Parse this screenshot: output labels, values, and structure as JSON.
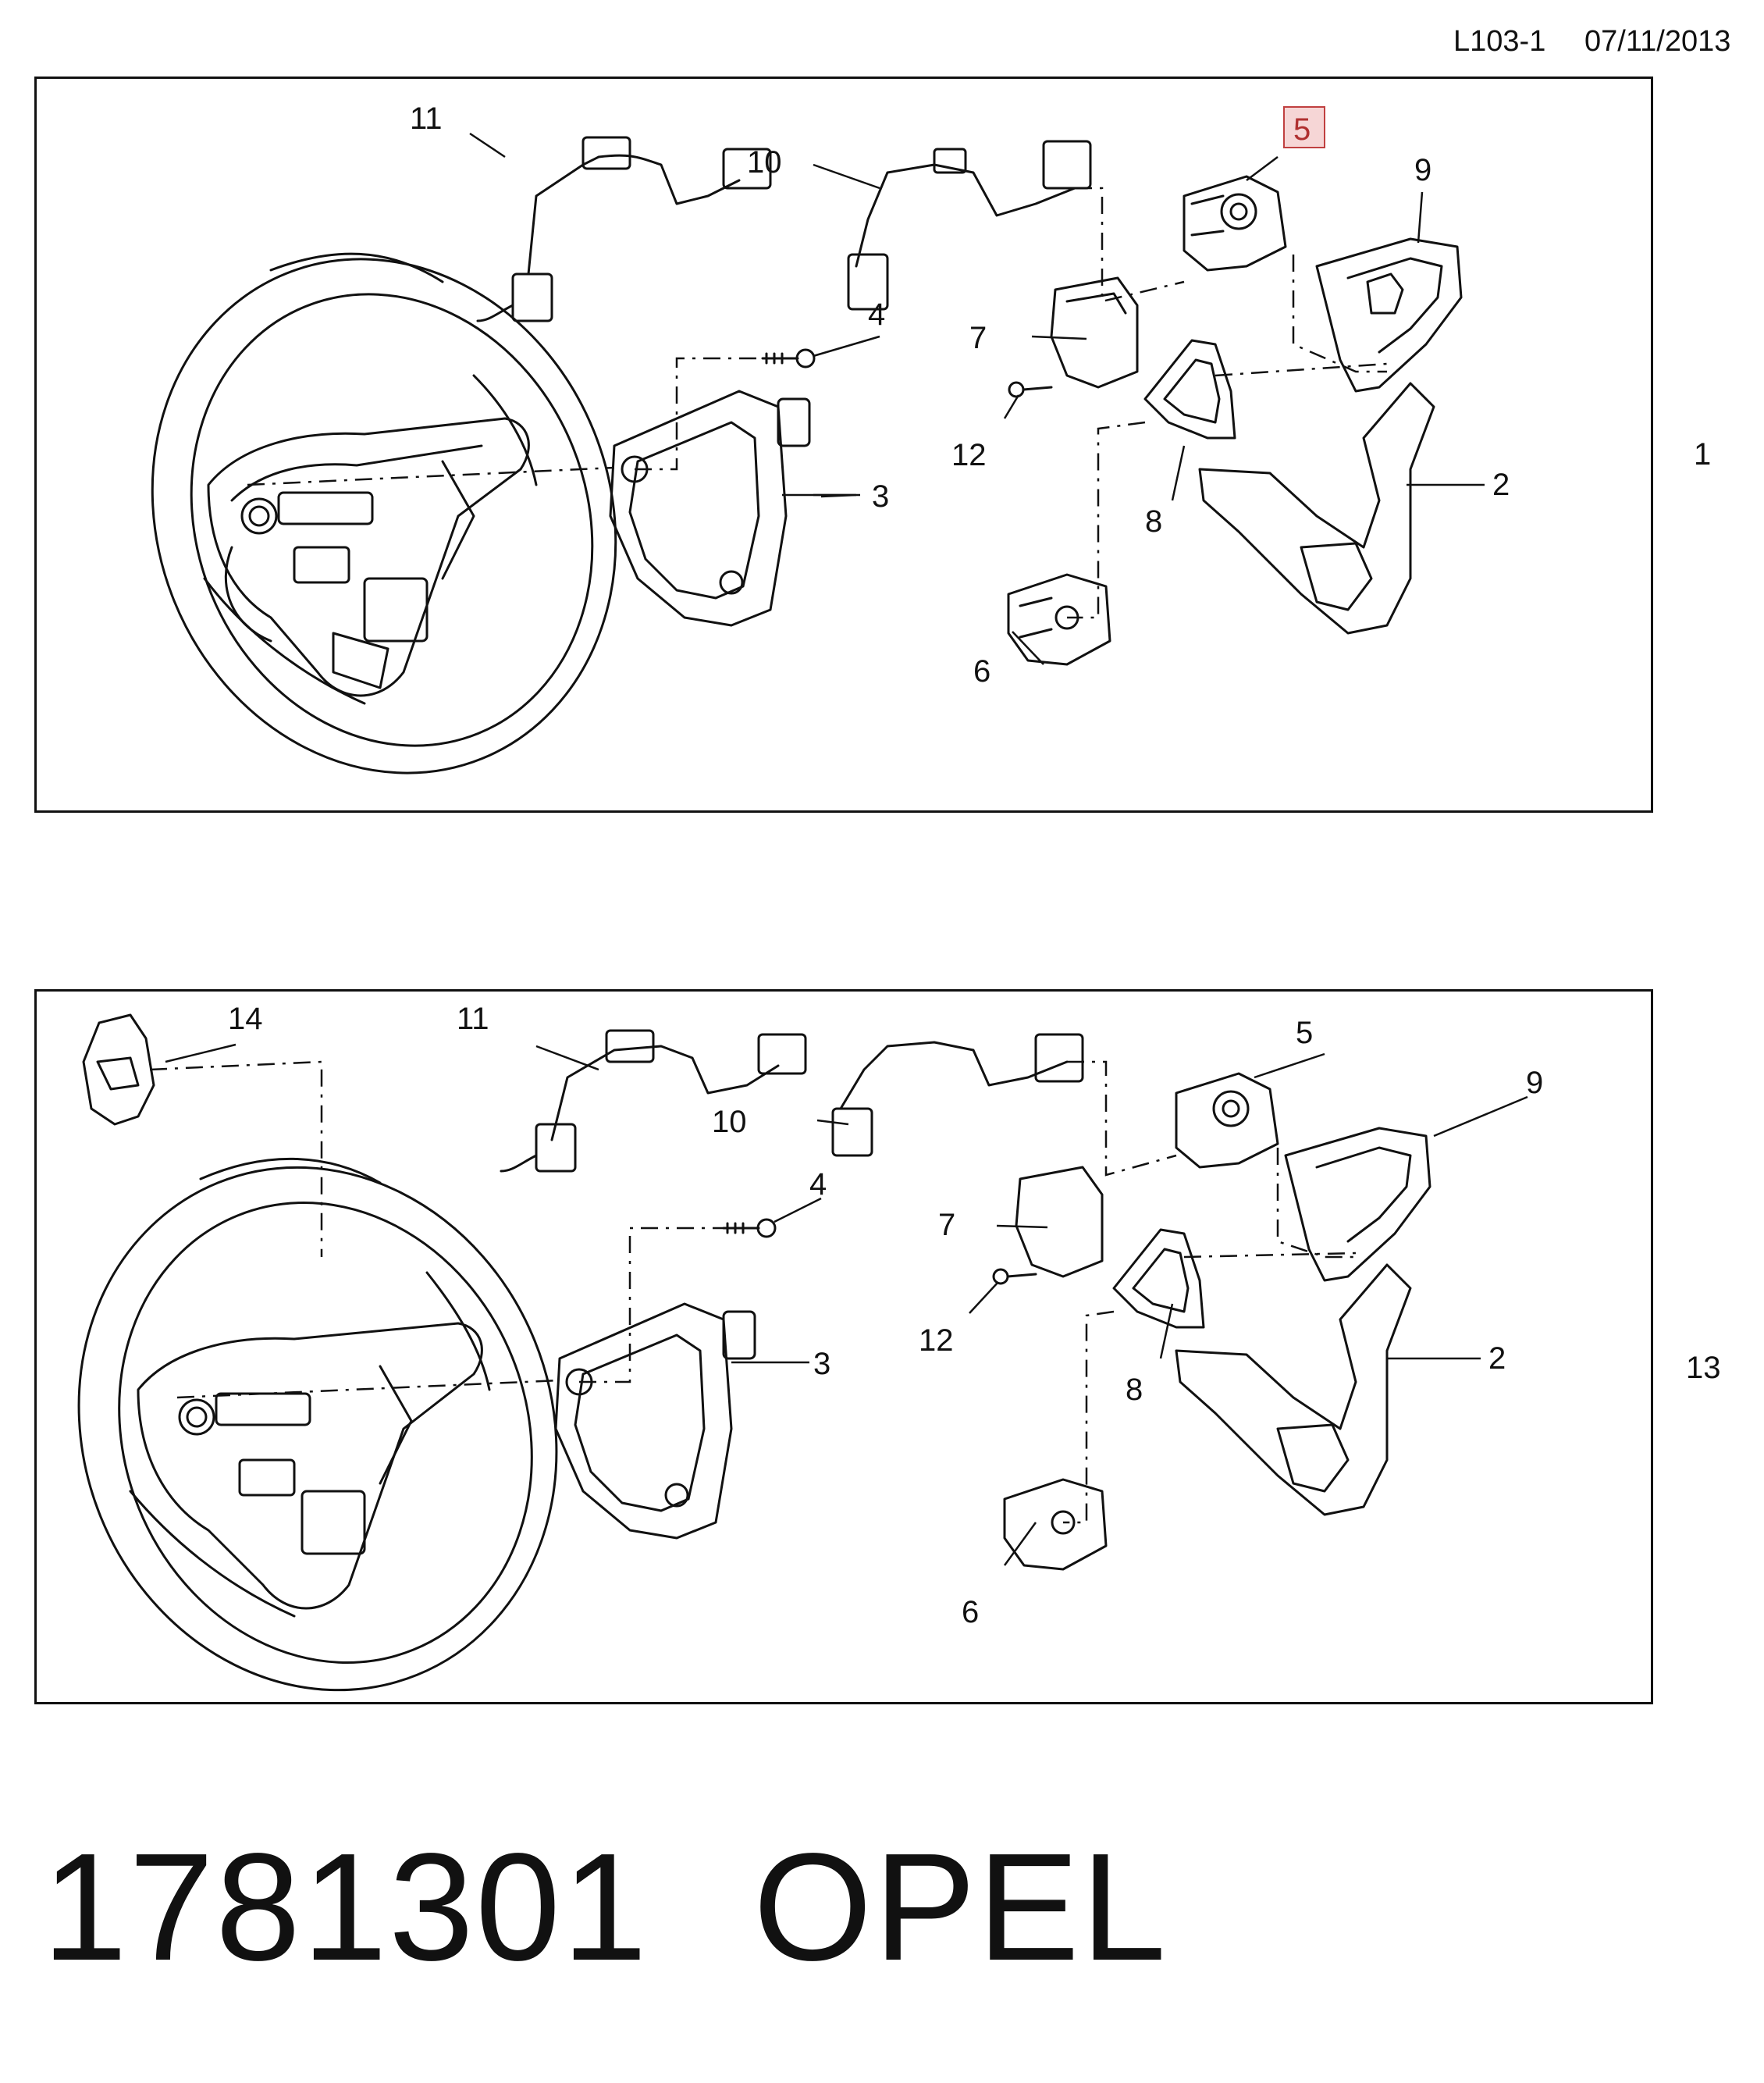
{
  "header": {
    "ref": "L103-1",
    "date": "07/11/2013"
  },
  "top_panel": {
    "assembly_number": "1",
    "callouts": {
      "c1": "1",
      "c2": "2",
      "c3": "3",
      "c4": "4",
      "c5": "5",
      "c6": "6",
      "c7": "7",
      "c8": "8",
      "c9": "9",
      "c10": "10",
      "c11": "11",
      "c12": "12"
    },
    "highlighted_callout": "5"
  },
  "bottom_panel": {
    "assembly_number": "13",
    "callouts": {
      "c2": "2",
      "c3": "3",
      "c4": "4",
      "c5": "5",
      "c6": "6",
      "c7": "7",
      "c8": "8",
      "c9": "9",
      "c10": "10",
      "c11": "11",
      "c12": "12",
      "c14": "14"
    }
  },
  "footer": {
    "part_number": "1781301",
    "brand": "OPEL"
  },
  "colors": {
    "line": "#111111",
    "highlight_box": "#f6d6d6",
    "highlight_border": "#c04040"
  }
}
